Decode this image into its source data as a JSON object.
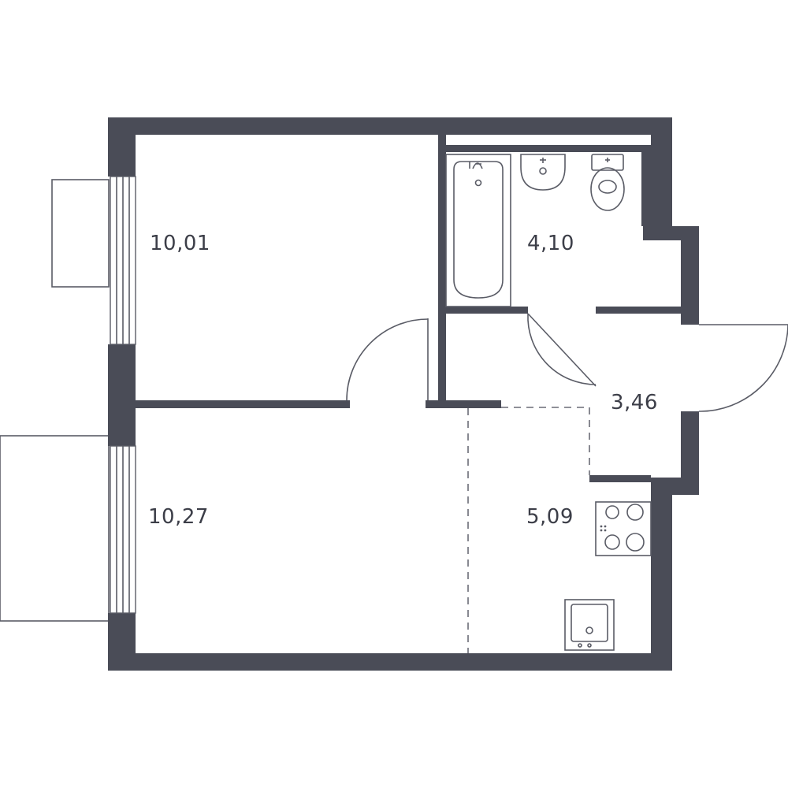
{
  "rooms": [
    {
      "id": "room-1",
      "area": "10,01"
    },
    {
      "id": "bathroom",
      "area": "4,10"
    },
    {
      "id": "hallway",
      "area": "3,46"
    },
    {
      "id": "room-2",
      "area": "10,27"
    },
    {
      "id": "kitchen",
      "area": "5,09"
    }
  ],
  "colors": {
    "walls": "#4a4c57",
    "lines": "#5a5c66",
    "text": "#3c3e48"
  }
}
